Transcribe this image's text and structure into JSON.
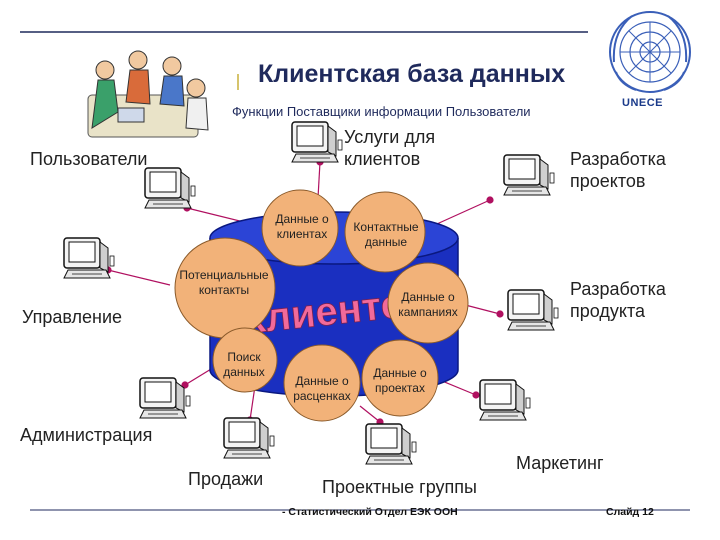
{
  "header": {
    "title": "Клиентская база данных",
    "subtitle": "Функции Поставщики информации Пользователи",
    "logo_text": "UNECE"
  },
  "database": {
    "label": "Клиентская",
    "bubbles": {
      "clients": "Данные о клиентах",
      "contacts": "Контактные данные",
      "potential": "Потенциальные контакты",
      "campaigns": "Данные о кампаниях",
      "search": "Поиск данных",
      "prices": "Данные о расценках",
      "projects": "Данные о проектах"
    }
  },
  "nodes": {
    "users": "Пользователи",
    "client_services": "Услуги для клиентов",
    "project_dev": "Разработка проектов",
    "management": "Управление",
    "product_dev": "Разработка продукта",
    "administration": "Администрация",
    "marketing": "Маркетинг",
    "sales": "Продажи",
    "project_groups": "Проектные группы"
  },
  "footer": {
    "source": "- Статистический Отдел ЕЭК ООН",
    "slide": "Слайд 12"
  },
  "colors": {
    "navy": "#1f2a5c",
    "cylinder": "#1a2fc0",
    "cylinder_top": "#2b44d6",
    "bubble": "#f2b279",
    "connector": "#b01060",
    "wordart": "#f26a9a"
  }
}
